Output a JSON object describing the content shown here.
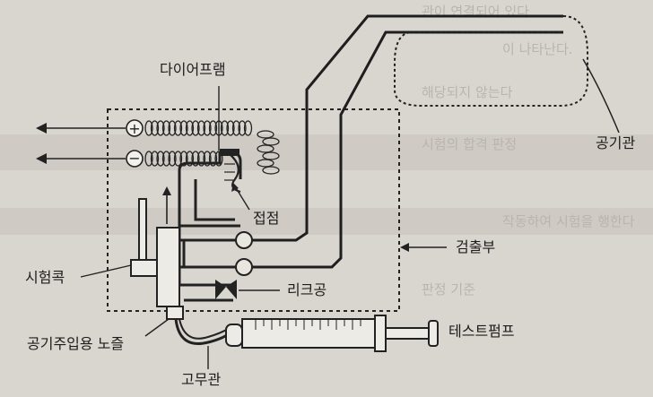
{
  "labels": {
    "diaphragm": "다이어프램",
    "air_pipe": "공기관",
    "contact": "접점",
    "detector": "검출부",
    "test_cock": "시험콕",
    "leak_hole": "리크공",
    "air_nozzle": "공기주입용 노즐",
    "test_pump": "테스트펌프",
    "rubber_tube": "고무관",
    "plus_sign": "+",
    "minus_sign": "−"
  },
  "background_text": [
    "관이 연결되어 있다",
    "이 나타난다.",
    "해당되지 않는다",
    "시험의 합격 판정",
    "작동하여 시험을 행한다",
    "판정 기준"
  ]
}
